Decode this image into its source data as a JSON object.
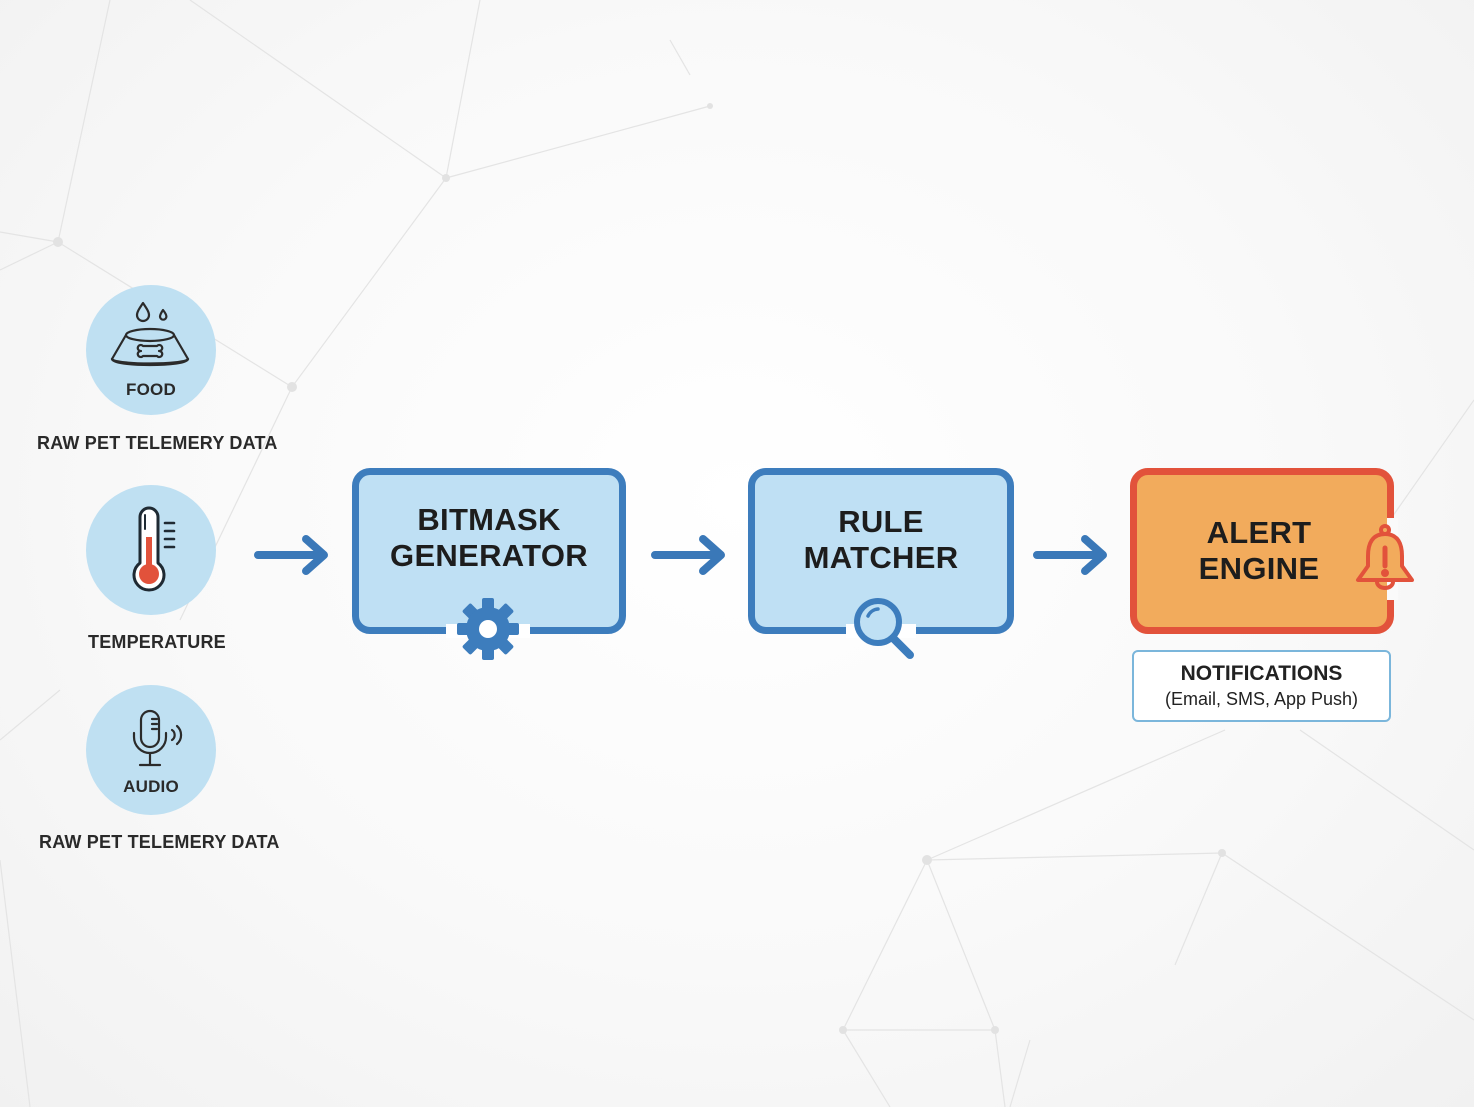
{
  "sources": [
    {
      "label": "FOOD",
      "icon": "food-bowl-icon",
      "caption": "RAW PET TELEMERY DATA"
    },
    {
      "label": "TEMPERATURE",
      "icon": "thermometer-icon",
      "caption": ""
    },
    {
      "label": "AUDIO",
      "icon": "microphone-icon",
      "caption": "RAW PET TELEMERY DATA"
    }
  ],
  "pipeline": [
    {
      "line1": "BITMASK",
      "line2": "GENERATOR",
      "icon": "gear-icon"
    },
    {
      "line1": "RULE",
      "line2": "MATCHER",
      "icon": "magnifier-icon"
    },
    {
      "line1": "ALERT",
      "line2": "ENGINE",
      "icon": "alert-bell-icon"
    }
  ],
  "output": {
    "title": "NOTIFICATIONS",
    "channels": "(Email, SMS, App Push)"
  },
  "colors": {
    "source_circle": "#bfe0f2",
    "stage_fill": "#bfe0f4",
    "stage_border": "#3d7dbd",
    "alert_fill": "#f2ab5c",
    "alert_border": "#e2523b",
    "arrow": "#3a78b8",
    "thermo_red": "#e2523b",
    "notif_border": "#7bb6db"
  }
}
